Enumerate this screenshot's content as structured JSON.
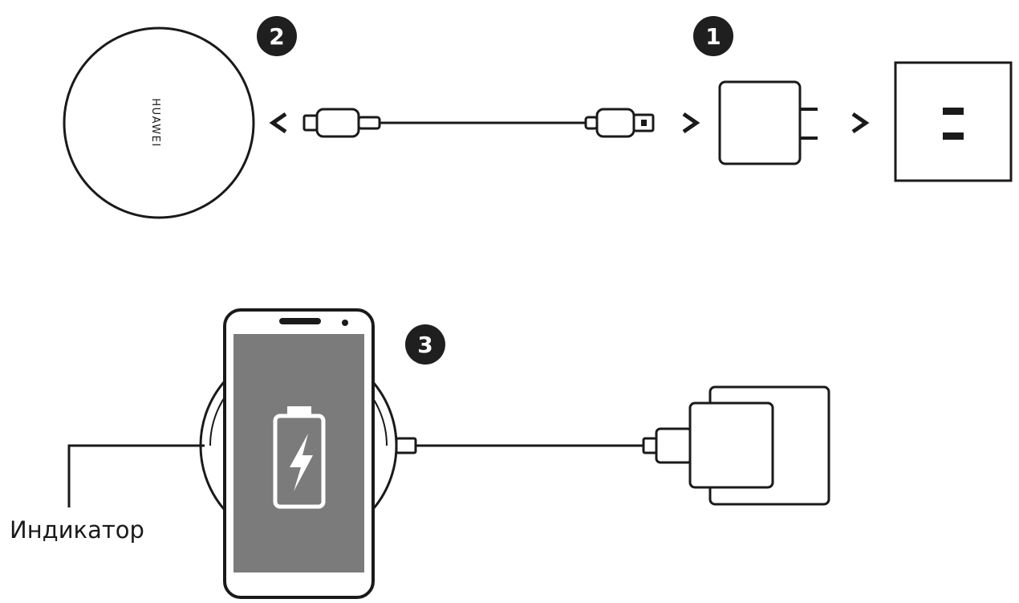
{
  "steps": {
    "step1": "1",
    "step2": "2",
    "step3": "3"
  },
  "charger": {
    "brand": "HUAWEI"
  },
  "labels": {
    "indicator": "Индикатор"
  },
  "colors": {
    "line": "#1a1a1a",
    "badge": "#1f1f1f",
    "screen": "#7b7b7b",
    "battery": "#ffffff"
  }
}
